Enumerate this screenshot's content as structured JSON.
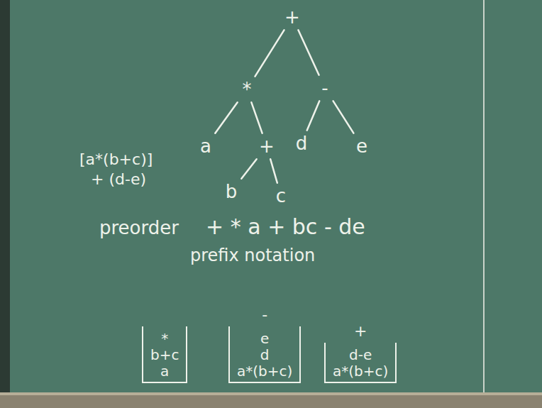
{
  "diagram": {
    "nodes": [
      {
        "text": [
          "+"
        ]
      },
      {
        "text": [
          "*"
        ]
      },
      {
        "text": [
          "-"
        ]
      },
      {
        "text": [
          "a"
        ]
      },
      {
        "text": [
          "+"
        ]
      },
      {
        "text": [
          "d"
        ]
      },
      {
        "text": [
          "e"
        ]
      },
      {
        "text": [
          "b"
        ]
      },
      {
        "text": [
          "c"
        ]
      },
      {
        "text": [
          "*",
          "b+c",
          "a"
        ]
      },
      {
        "text": [
          "-",
          "e",
          "d",
          "a*(b+c)"
        ]
      },
      {
        "text": [
          "+",
          "d-e",
          "a*(b+c)"
        ]
      }
    ],
    "edges": [
      {
        "from": 0,
        "to": 1,
        "arrow": "none"
      },
      {
        "from": 0,
        "to": 2,
        "arrow": "none"
      },
      {
        "from": 1,
        "to": 3,
        "arrow": "none"
      },
      {
        "from": 1,
        "to": 4,
        "arrow": "none"
      },
      {
        "from": 2,
        "to": 5,
        "arrow": "none"
      },
      {
        "from": 2,
        "to": 6,
        "arrow": "none"
      },
      {
        "from": 4,
        "to": 7,
        "arrow": "none"
      },
      {
        "from": 4,
        "to": 8,
        "arrow": "none"
      }
    ],
    "labels": [
      "[a*(b+c)]",
      "+ (d-e)",
      "preorder",
      "+ * a + bc - de",
      "prefix notation"
    ]
  }
}
